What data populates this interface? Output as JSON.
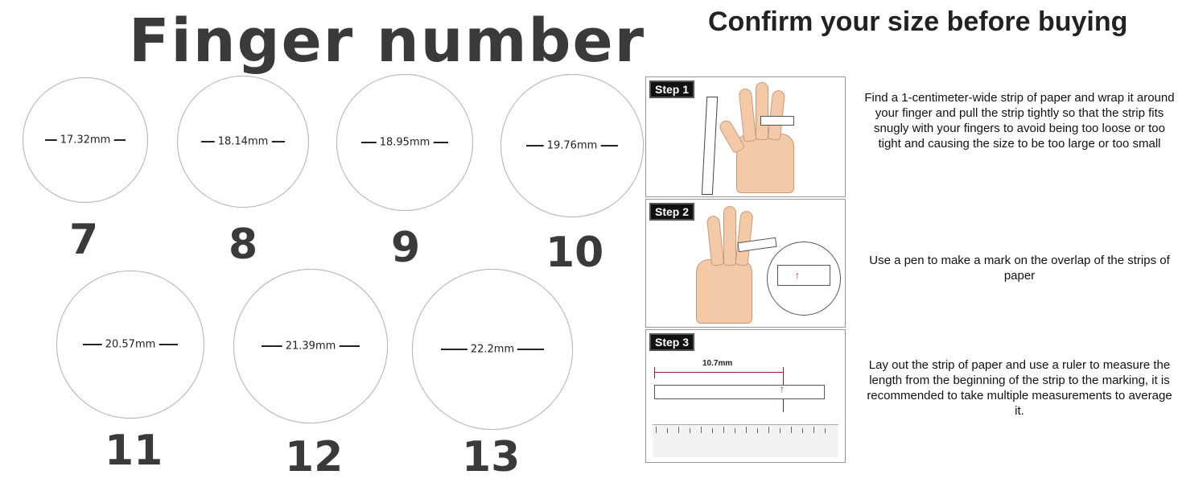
{
  "title": "Finger number",
  "rings": [
    {
      "size": "7",
      "diameter": "17.32mm"
    },
    {
      "size": "8",
      "diameter": "18.14mm"
    },
    {
      "size": "9",
      "diameter": "18.95mm"
    },
    {
      "size": "10",
      "diameter": "19.76mm"
    },
    {
      "size": "11",
      "diameter": "20.57mm"
    },
    {
      "size": "12",
      "diameter": "21.39mm"
    },
    {
      "size": "13",
      "diameter": "22.2mm"
    }
  ],
  "confirm_title": "Confirm your size before buying",
  "steps": [
    {
      "tag": "Step 1",
      "text": "Find a  1-centimeter-wide strip of paper and wrap it around your finger and pull the strip tightly so that the strip fits snugly with your fingers to avoid being too loose or too tight and causing the size to be too large or too small"
    },
    {
      "tag": "Step 2",
      "text": "Use a pen to make a mark on the overlap of the strips of paper"
    },
    {
      "tag": "Step 3",
      "text": "Lay out the strip of paper and use a ruler to measure the length from the beginning of the strip to the marking, it is recommended to take multiple measurements to average it.",
      "ruler_reading": "10.7mm"
    }
  ]
}
